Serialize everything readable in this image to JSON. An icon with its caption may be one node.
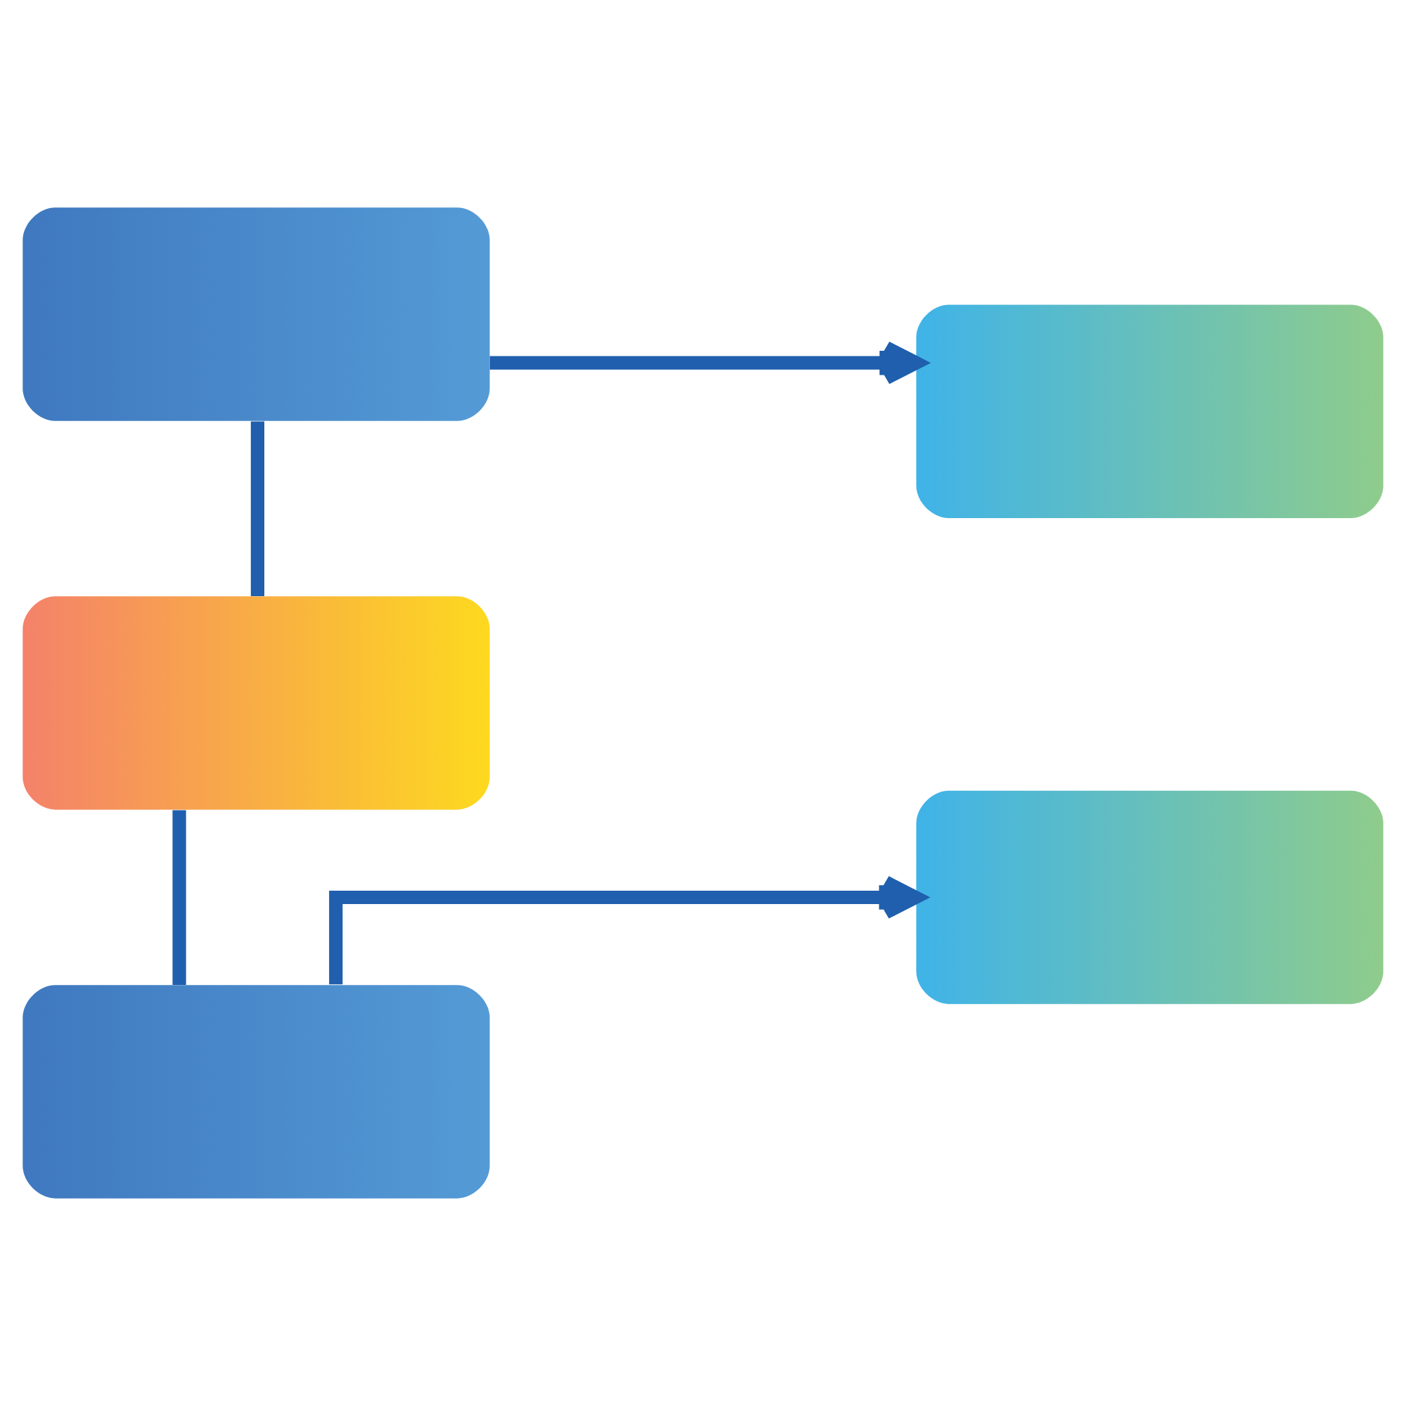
{
  "diagram": {
    "nodes": [
      {
        "text": [],
        "shape": "box"
      },
      {
        "text": [],
        "shape": "box"
      },
      {
        "text": [],
        "shape": "box"
      },
      {
        "text": [],
        "shape": "box"
      },
      {
        "text": [],
        "shape": "box"
      }
    ],
    "edges": [
      {
        "from": 0,
        "to": 3,
        "arrow": "to"
      },
      {
        "from": 0,
        "to": 1,
        "arrow": "none"
      },
      {
        "from": 1,
        "to": 2,
        "arrow": "none"
      },
      {
        "from": 2,
        "to": 4,
        "arrow": "to"
      }
    ]
  }
}
